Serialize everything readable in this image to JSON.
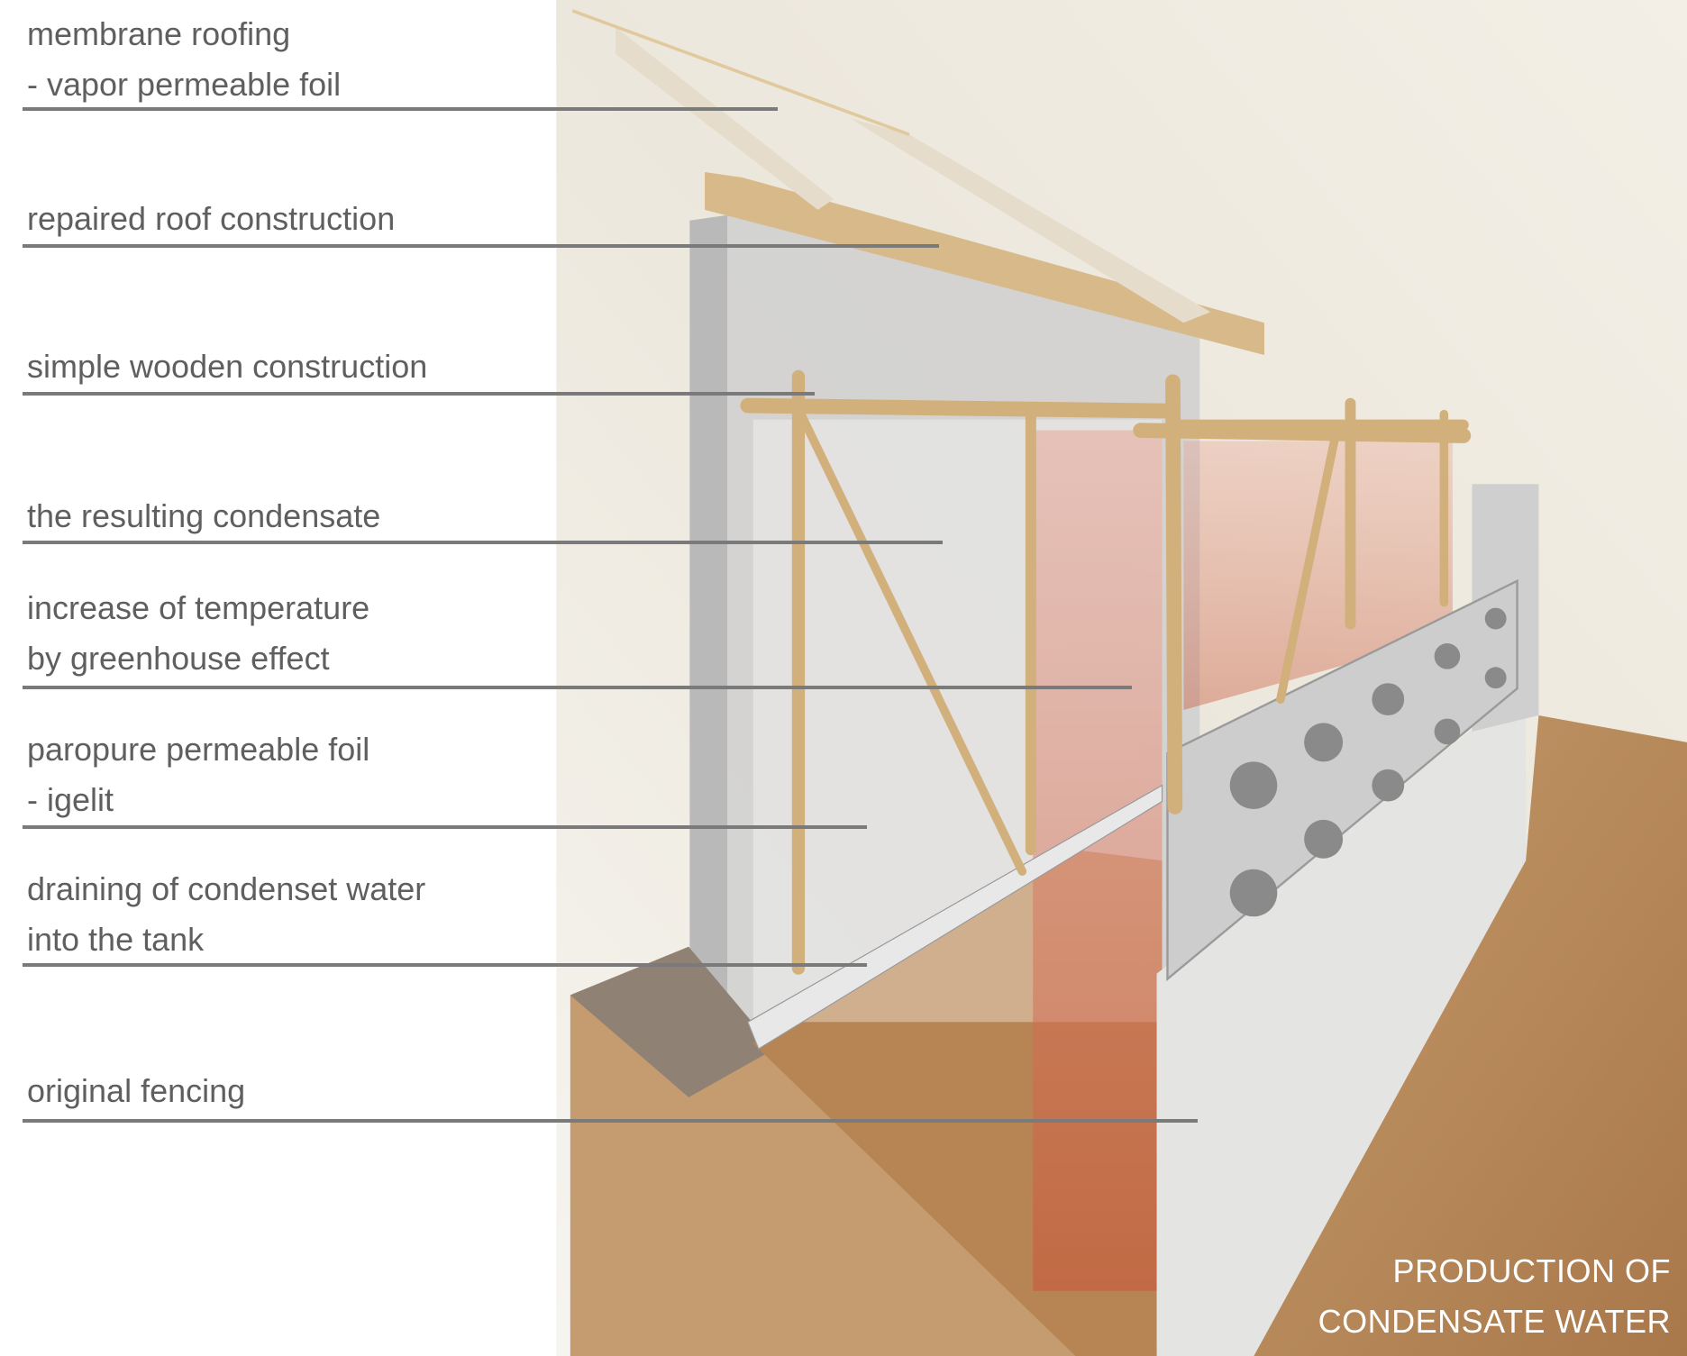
{
  "labels": [
    {
      "lines": [
        "membrane roofing",
        "- vapor permeable foil"
      ]
    },
    {
      "lines": [
        "repaired roof construction"
      ]
    },
    {
      "lines": [
        "simple wooden construction"
      ]
    },
    {
      "lines": [
        "the resulting condensate"
      ]
    },
    {
      "lines": [
        "increase of temperature",
        "by greenhouse effect"
      ]
    },
    {
      "lines": [
        "paropure permeable foil",
        "- igelit"
      ]
    },
    {
      "lines": [
        "draining of condenset water",
        "into the tank"
      ]
    },
    {
      "lines": [
        "original fencing"
      ]
    }
  ],
  "title": {
    "line1": "PRODUCTION OF",
    "line2": "CONDENSATE WATER"
  },
  "colors": {
    "label_text": "#5f5f5f",
    "leader_line": "#7a7a7a",
    "soil": "#b98a5c",
    "wood": "#d8b98a",
    "wall": "#c9c9c9",
    "glass_tint": "#e07a5f"
  }
}
